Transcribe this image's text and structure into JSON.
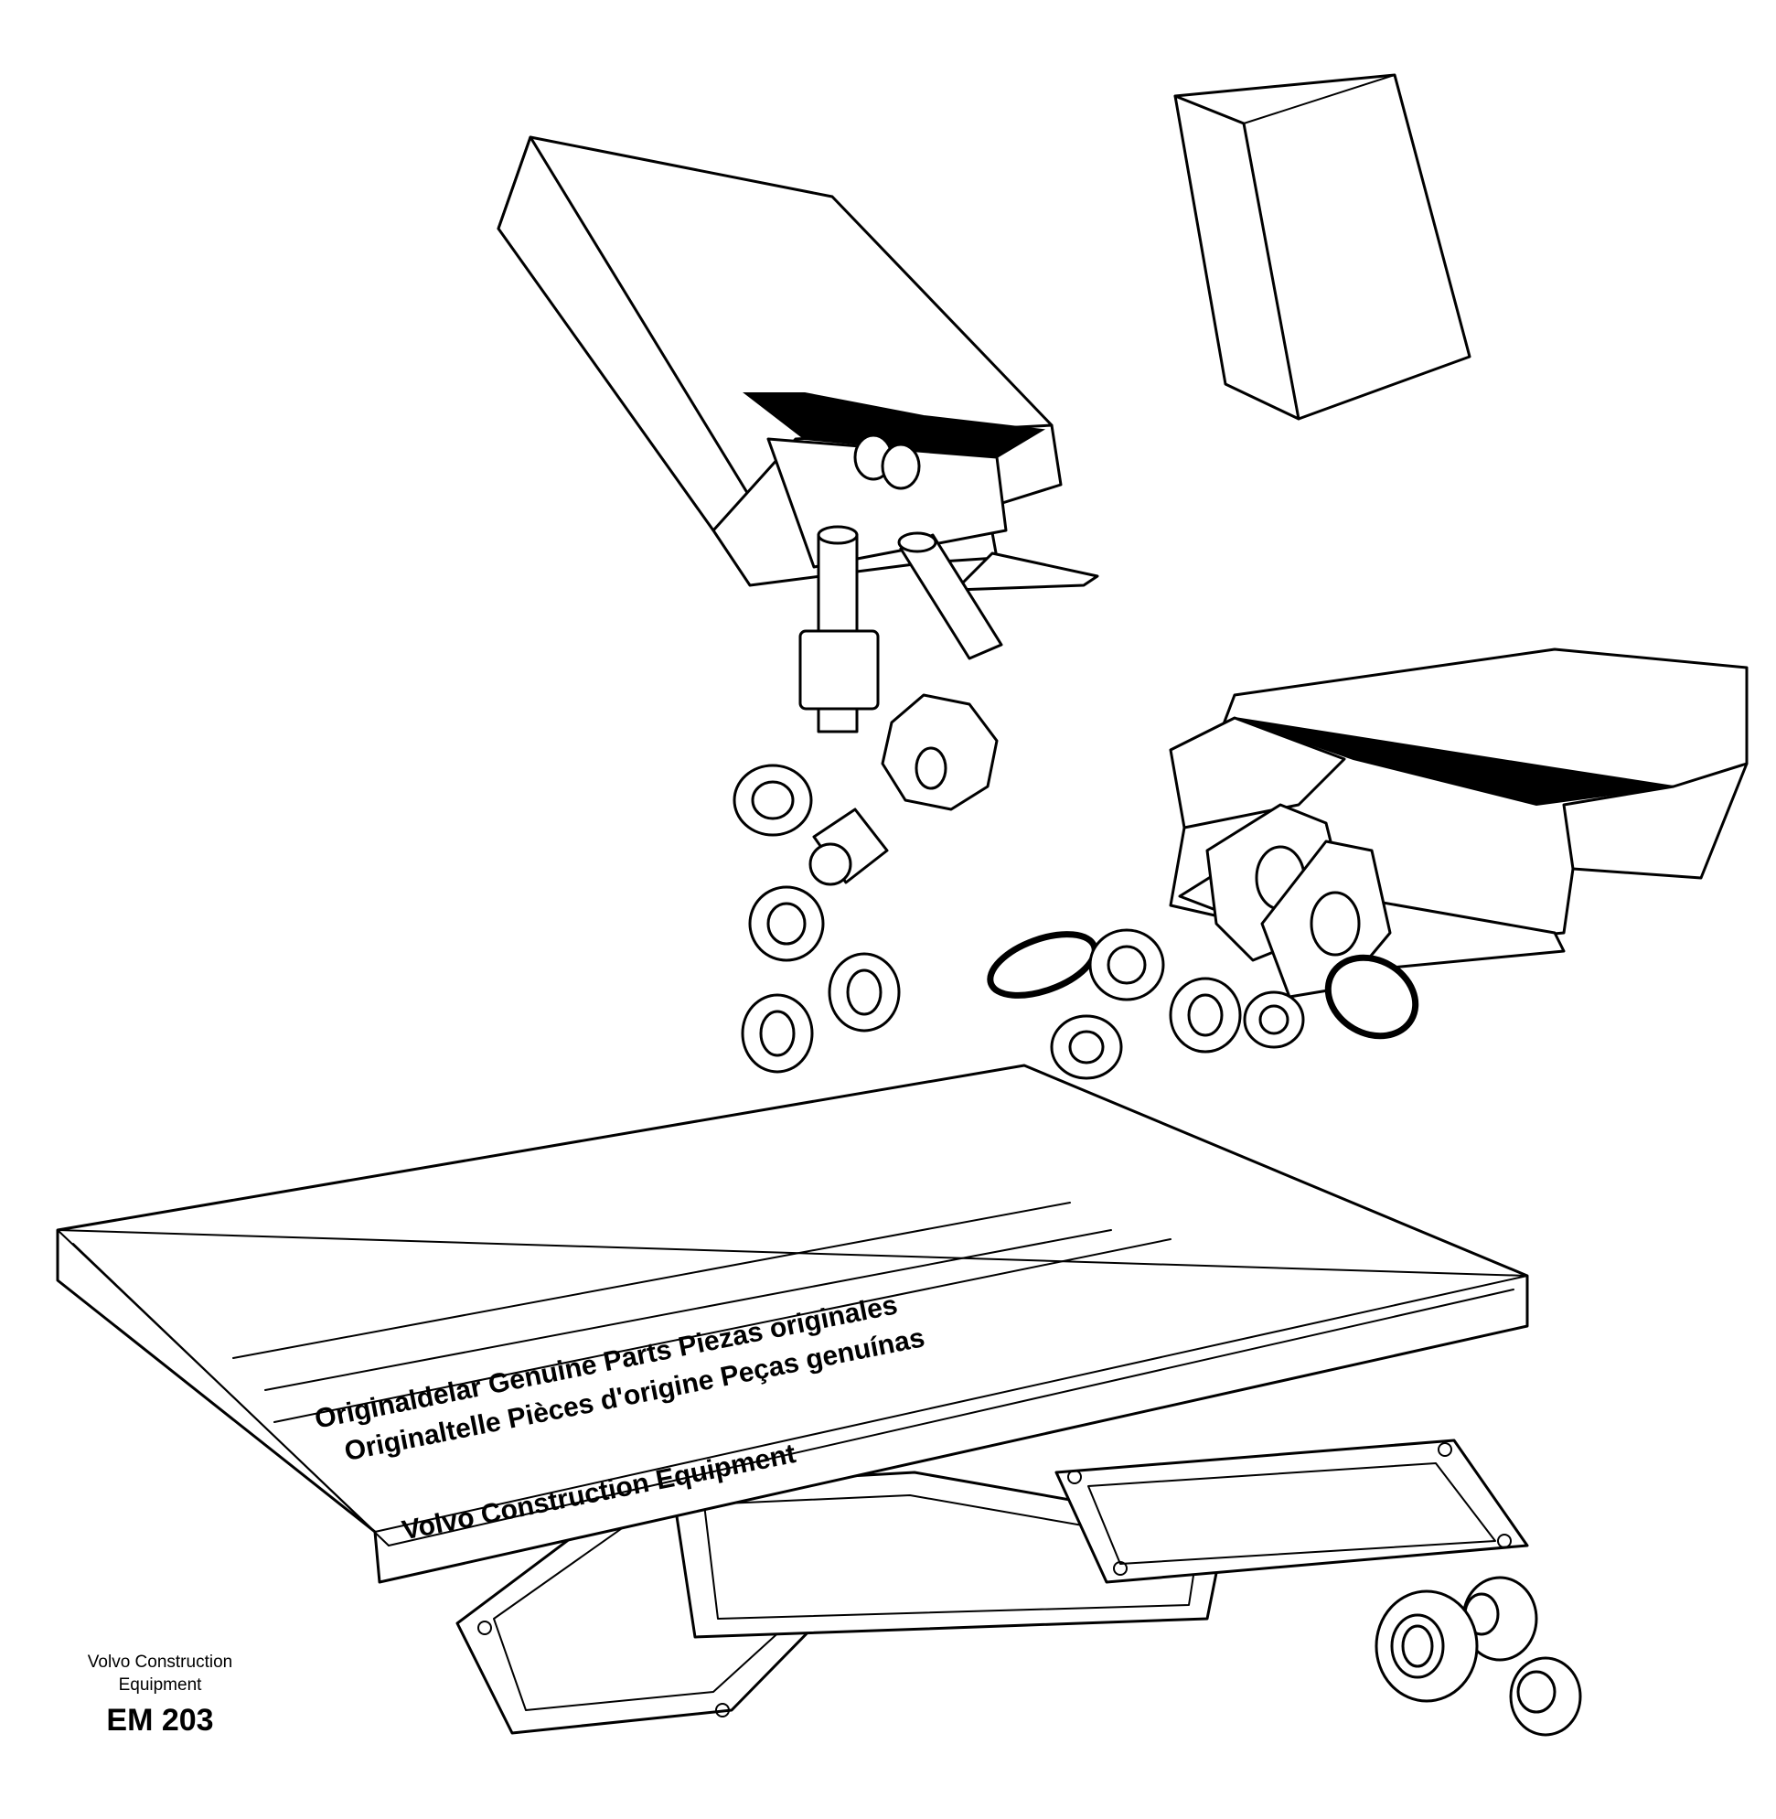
{
  "manual": {
    "line1": "Originaldelar Genuine Parts Piezas originales",
    "line2": "Originaltelle Pièces d'origine Peças genuínas",
    "brand": "Volvo Construction Equipment"
  },
  "caption": {
    "company_line1": "Volvo Construction",
    "company_line2": "Equipment",
    "figure_code": "EM 203"
  },
  "colors": {
    "ink": "#000000",
    "paper": "#ffffff"
  }
}
